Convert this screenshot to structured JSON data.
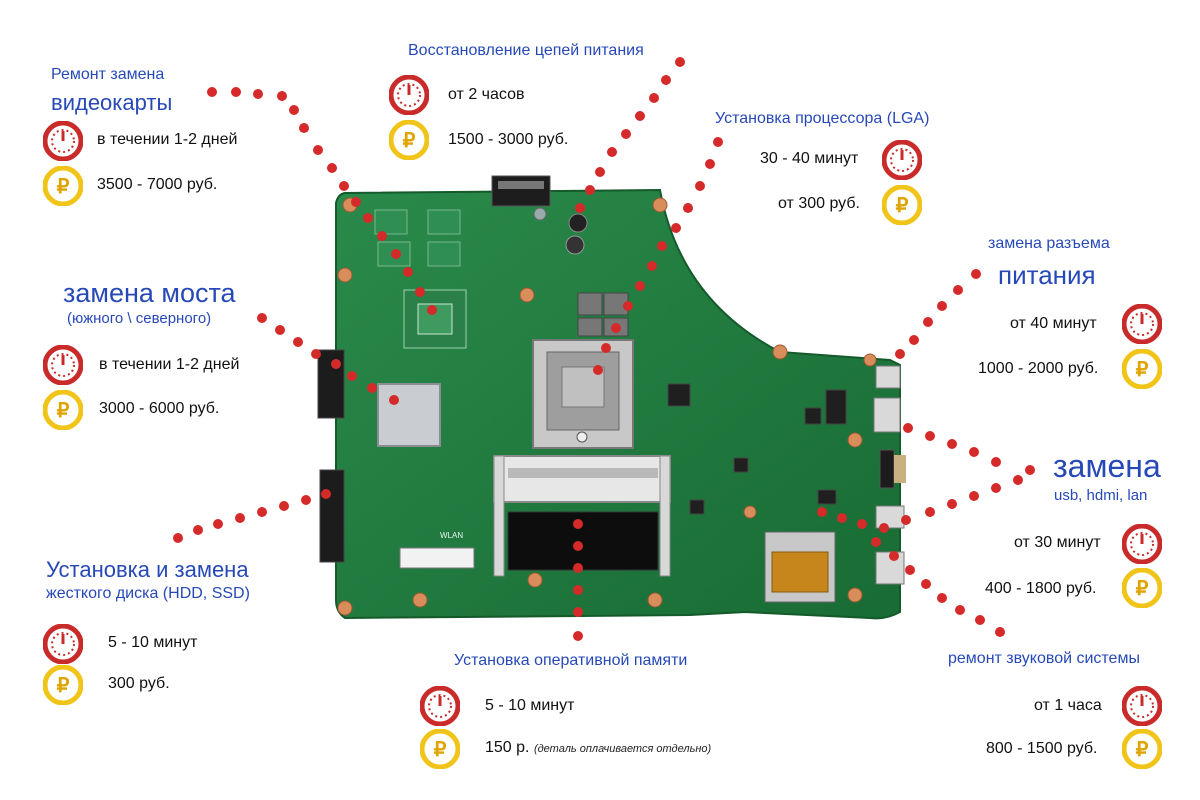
{
  "colors": {
    "title": "#2749b8",
    "dot": "#d42a2a",
    "clock": "#c92b2b",
    "ruble": "#f0c419",
    "pcb": "#1f7a3e"
  },
  "icons": {
    "time": "clock-icon",
    "price": "ruble-coin-icon"
  },
  "gpu": {
    "title_line1": "Ремонт  замена",
    "title_line2": "видеокарты",
    "time": "в течении 1-2 дней",
    "price": "3500 - 7000 руб."
  },
  "power_circuits": {
    "title": "Восстановление цепей питания",
    "time": "от 2 часов",
    "price": "1500 - 3000 руб."
  },
  "cpu": {
    "title": "Установка процессора (LGA)",
    "time": "30 - 40 минут",
    "price": "от 300 руб."
  },
  "power_jack": {
    "title_line1": "замена разъема",
    "title_line2": "питания",
    "time": "от 40 минут",
    "price": "1000 - 2000 руб."
  },
  "bridge": {
    "title_line1": "замена моста",
    "title_line2": "(южного \\ северного)",
    "time": "в течении 1-2 дней",
    "price": "3000 - 6000 руб."
  },
  "ports": {
    "title_line1": "замена",
    "title_line2": "usb, hdmi, lan",
    "time": "от 30 минут",
    "price": "400 - 1800 руб."
  },
  "hdd": {
    "title_line1": "Установка и замена",
    "title_line2": "жесткого диска (HDD, SSD)",
    "time": "5 - 10 минут",
    "price": "300 руб."
  },
  "ram": {
    "title": "Установка оперативной памяти",
    "time": "5 - 10 минут",
    "price": "150 р.",
    "price_note": "(деталь оплачивается отдельно)"
  },
  "audio": {
    "title": "ремонт звуковой системы",
    "time": "от 1 часа",
    "price": "800 - 1500 руб."
  },
  "board_labels": {
    "wlan": "WLAN"
  }
}
